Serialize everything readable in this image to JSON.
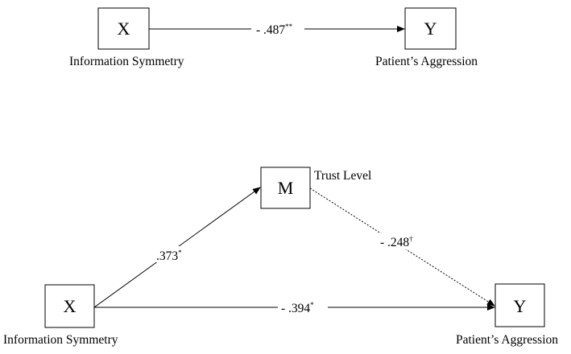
{
  "model_top": {
    "x_box": {
      "letter": "X",
      "label": "Information Symmetry"
    },
    "y_box": {
      "letter": "Y",
      "label": "Patient’s Aggression"
    },
    "path_xy": {
      "coef": "- .487",
      "sig": "**"
    }
  },
  "model_bottom": {
    "x_box": {
      "letter": "X",
      "label": "Information Symmetry"
    },
    "m_box": {
      "letter": "M",
      "label": "Trust Level"
    },
    "y_box": {
      "letter": "Y",
      "label": "Patient’s Aggression"
    },
    "path_xm": {
      "coef": ".373",
      "sig": "*"
    },
    "path_my": {
      "coef": "- .248",
      "sig": "†"
    },
    "path_xy": {
      "coef": "- .394",
      "sig": "*"
    }
  }
}
